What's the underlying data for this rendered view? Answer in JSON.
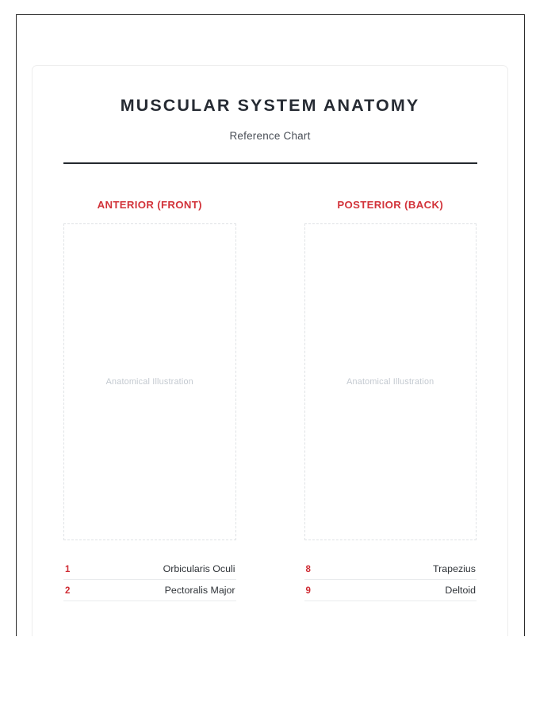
{
  "document": {
    "title": "MUSCULAR SYSTEM ANATOMY",
    "subtitle": "Reference Chart"
  },
  "colors": {
    "accent_red": "#d2333a",
    "title_dark": "#262b33",
    "rule_dark": "#23282e",
    "placeholder_text": "#c3c9d0",
    "row_divider": "#e9ebed",
    "page_border": "#2b2b2b"
  },
  "columns": [
    {
      "heading": "ANTERIOR (FRONT)",
      "illustration_placeholder": "Anatomical Illustration",
      "legend": [
        {
          "number": "1",
          "name": "Orbicularis Oculi"
        },
        {
          "number": "2",
          "name": "Pectoralis Major"
        }
      ]
    },
    {
      "heading": "POSTERIOR (BACK)",
      "illustration_placeholder": "Anatomical Illustration",
      "legend": [
        {
          "number": "8",
          "name": "Trapezius"
        },
        {
          "number": "9",
          "name": "Deltoid"
        }
      ]
    }
  ]
}
